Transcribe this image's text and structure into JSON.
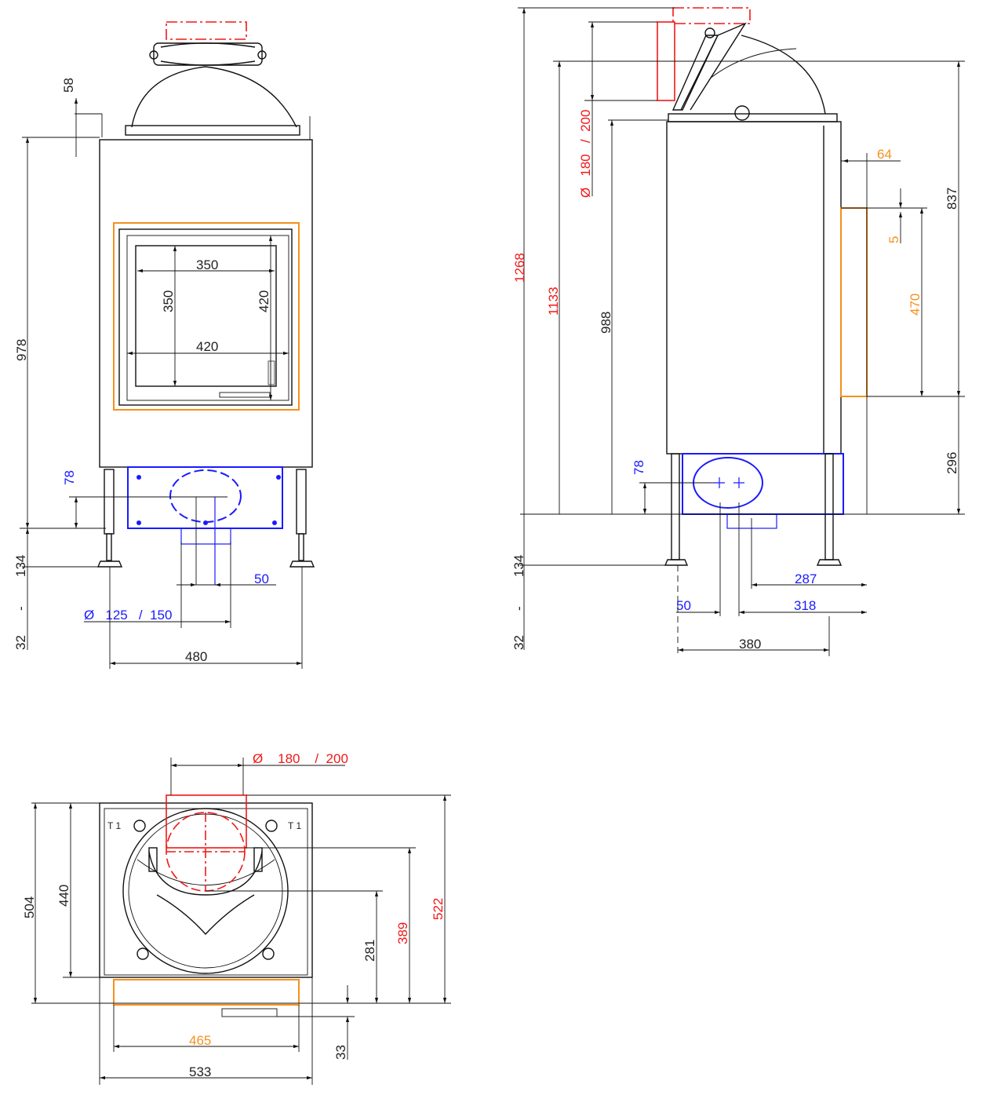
{
  "front_view": {
    "dims": {
      "flue_offset": "58",
      "total_height": "978",
      "glass_width_inner": "350",
      "glass_height_inner": "350",
      "glass_height_outer": "420",
      "glass_width_outer": "420",
      "air_inlet_height": "78",
      "leg_min": "134",
      "leg_sep": "-",
      "leg_max": "32",
      "air_offset": "50",
      "air_diameter": "Ø   125   /  150",
      "width": "480"
    }
  },
  "side_view": {
    "dims": {
      "total_height": "1268",
      "flue_height": "1133",
      "body_height": "988",
      "flue_diameter": "Ø   180   /  200",
      "door_offset": "64",
      "door_gap": "5",
      "door_height": "470",
      "top_to_door": "837",
      "floor_to_door": "296",
      "air_inlet_height": "78",
      "leg_min": "134",
      "leg_sep": "-",
      "leg_max": "32",
      "air_depth": "287",
      "air_diameter_width": "50",
      "air_to_front": "318",
      "leg_spacing": "380"
    }
  },
  "top_view": {
    "dims": {
      "flue_diameter": "Ø    180    /  200",
      "depth_total": "504",
      "depth_body": "440",
      "flue_center_281": "281",
      "flue_center_389": "389",
      "depth_max": "522",
      "door_width": "465",
      "width": "533",
      "door_protrusion": "33"
    },
    "labels": {
      "t1_left": "T 1",
      "t1_right": "T 1"
    }
  },
  "colors": {
    "dimension": "#111111",
    "air_supply": "#1a1aff",
    "flue": "#f01818",
    "door": "#f5901e"
  }
}
